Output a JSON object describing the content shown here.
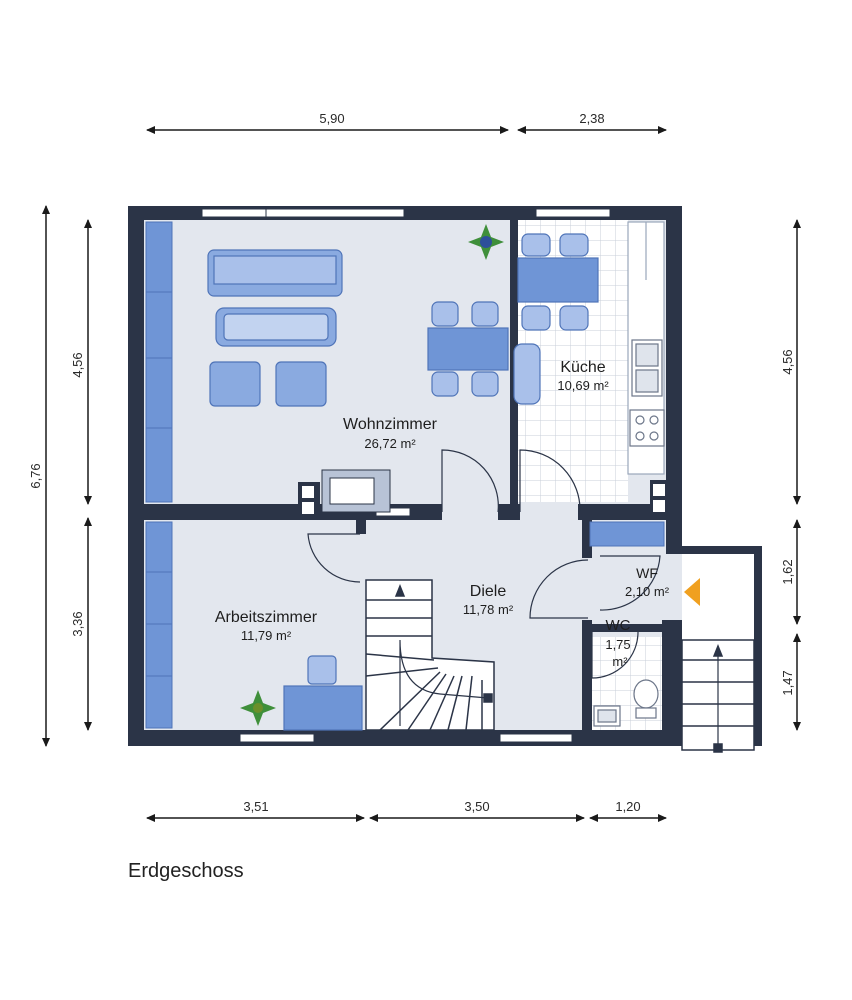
{
  "plan_title": "Erdgeschoss",
  "colors": {
    "wall": "#2b3447",
    "floor": "#e3e7ee",
    "furniture": "#6f95d6",
    "furniture_light": "#a9c0ea",
    "window": "#ffffff",
    "tile_line": "#c9cfda",
    "dimension": "#1a1a1a",
    "plant": "#3f8f3a",
    "entry_arrow": "#f0a020"
  },
  "dimensions": {
    "top": [
      "5,90",
      "2,38"
    ],
    "bottom": [
      "3,51",
      "3,50",
      "1,20"
    ],
    "left_total": "6,76",
    "left_parts": [
      "4,56",
      "3,36"
    ],
    "right": [
      "4,56",
      "1,62",
      "1,47"
    ]
  },
  "rooms": {
    "wohnzimmer": {
      "name": "Wohnzimmer",
      "area": "26,72 m²"
    },
    "kueche": {
      "name": "Küche",
      "area": "10,69 m²"
    },
    "arbeitszimmer": {
      "name": "Arbeitszimmer",
      "area": "11,79 m²"
    },
    "diele": {
      "name": "Diele",
      "area": "11,78 m²"
    },
    "wf": {
      "name": "WF",
      "area": "2,10 m²"
    },
    "wc": {
      "name": "WC",
      "area_line1": "1,75",
      "area_line2": "m²"
    }
  },
  "icons": [
    "plant-icon",
    "fireplace-icon",
    "stove-icon",
    "sink-icon",
    "toilet-icon",
    "entry-arrow-icon",
    "dimension-arrow-icon"
  ]
}
